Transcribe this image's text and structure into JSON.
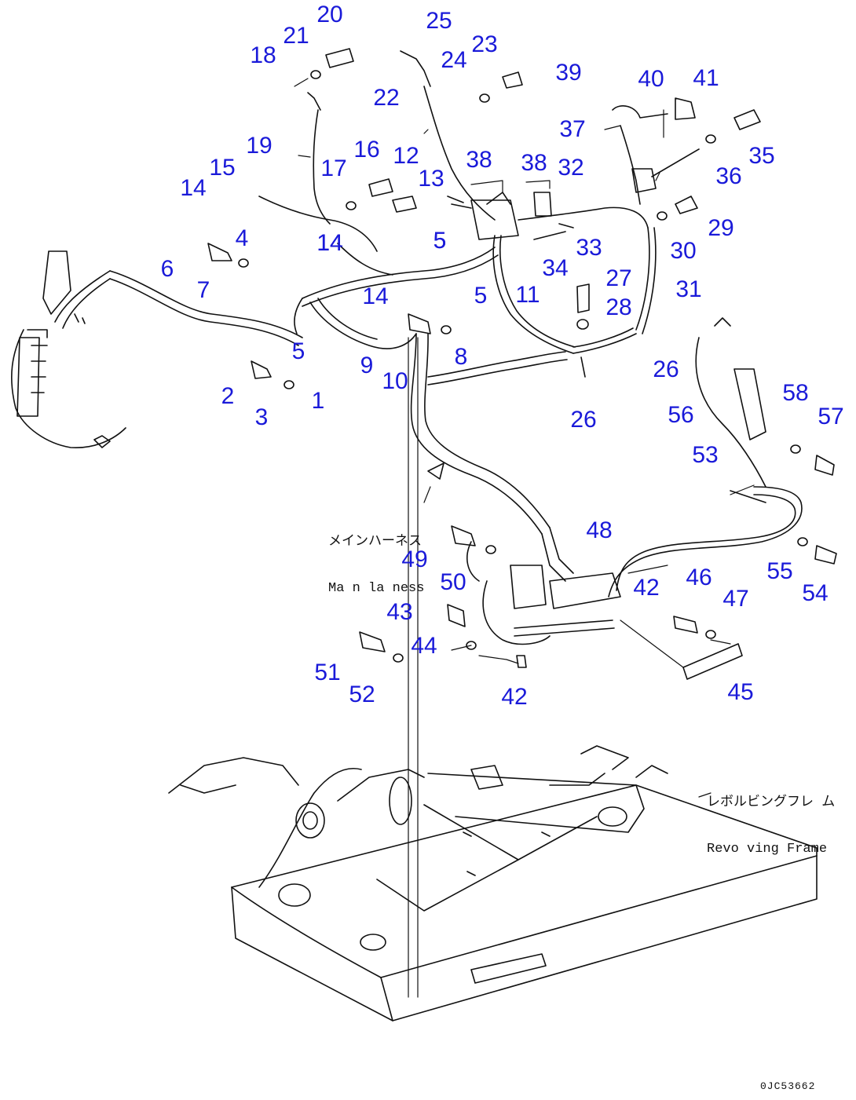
{
  "diagram": {
    "callout_color": "#1a1ad9",
    "line_color": "#111111",
    "callouts": [
      "1",
      "2",
      "3",
      "4",
      "5",
      "5",
      "5",
      "5",
      "6",
      "7",
      "8",
      "9",
      "10",
      "11",
      "12",
      "13",
      "14",
      "14",
      "14",
      "14",
      "15",
      "16",
      "17",
      "18",
      "19",
      "20",
      "21",
      "22",
      "23",
      "24",
      "25",
      "26",
      "26",
      "27",
      "28",
      "29",
      "30",
      "31",
      "32",
      "33",
      "34",
      "35",
      "36",
      "37",
      "38",
      "38",
      "39",
      "40",
      "41",
      "42",
      "42",
      "43",
      "44",
      "45",
      "46",
      "47",
      "48",
      "49",
      "50",
      "51",
      "52",
      "53",
      "54",
      "55",
      "56",
      "57",
      "58"
    ],
    "notes": {
      "main_harness_jp": "メインハーネス",
      "main_harness_en": "Ma n la ness",
      "frame_jp": "レボルビングフレ ム",
      "frame_en": "Revo ving Frame"
    },
    "reference_code": "0JC53662"
  }
}
